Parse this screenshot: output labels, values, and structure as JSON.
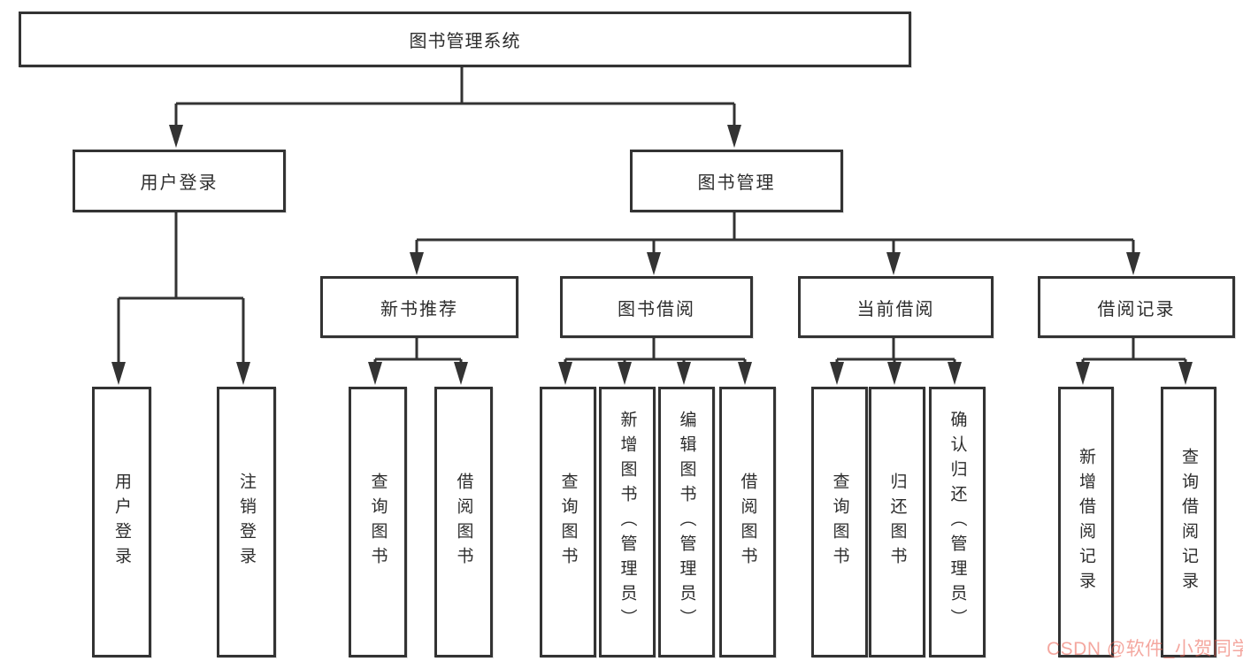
{
  "tree": {
    "root": {
      "label": "图书管理系统"
    },
    "level1": [
      {
        "label": "用户登录",
        "children": [
          {
            "label": "用户登录"
          },
          {
            "label": "注销登录"
          }
        ]
      },
      {
        "label": "图书管理",
        "modules": [
          {
            "label": "新书推荐",
            "children": [
              {
                "label": "查询图书"
              },
              {
                "label": "借阅图书"
              }
            ]
          },
          {
            "label": "图书借阅",
            "children": [
              {
                "label": "查询图书"
              },
              {
                "label": "新增图书（管理员）"
              },
              {
                "label": "编辑图书（管理员）"
              },
              {
                "label": "借阅图书"
              }
            ]
          },
          {
            "label": "当前借阅",
            "children": [
              {
                "label": "查询图书"
              },
              {
                "label": "归还图书"
              },
              {
                "label": "确认归还（管理员）"
              }
            ]
          },
          {
            "label": "借阅记录",
            "children": [
              {
                "label": "新增借阅记录"
              },
              {
                "label": "查询借阅记录"
              }
            ]
          }
        ]
      }
    ]
  },
  "watermark": {
    "text": "CSDN @软件_小贺同学"
  },
  "colors": {
    "line": "#333333",
    "node_border": "#333333",
    "node_background": "#ffffff",
    "text": "#2d2d2d",
    "watermark": "#eb5f50"
  }
}
